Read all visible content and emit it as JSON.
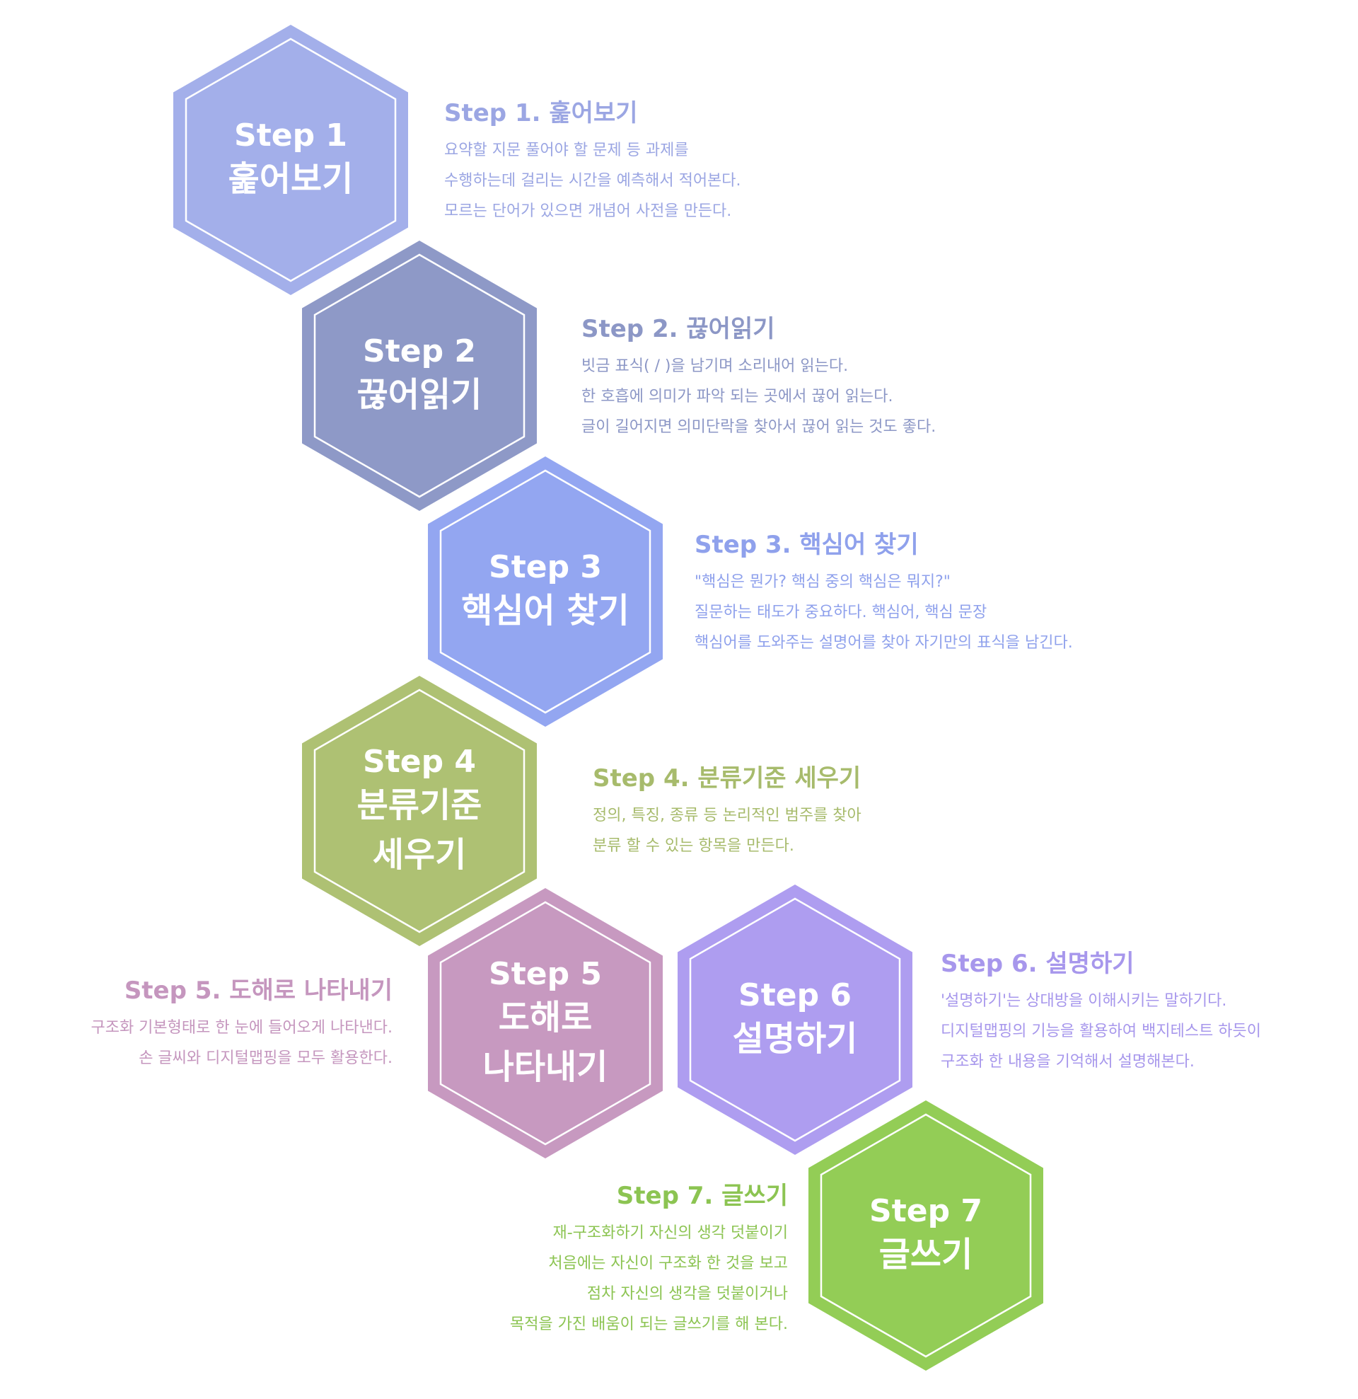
{
  "steps": [
    {
      "hex_step": "Step 1",
      "hex_name": [
        "훑어보기"
      ],
      "title": "Step 1. 훑어보기",
      "lines": [
        "요약할 지문 풀어야 할 문제 등 과제를",
        "수행하는데 걸리는 시간을 예측해서 적어본다.",
        "모르는 단어가 있으면 개념어 사전을 만든다."
      ],
      "fill": "#A3AFEA",
      "text_color": "#9BA6E3"
    },
    {
      "hex_step": "Step 2",
      "hex_name": [
        "끊어읽기"
      ],
      "title": "Step 2. 끊어읽기",
      "lines": [
        "빗금 표식( / )을 남기며 소리내어 읽는다.",
        "한 호흡에 의미가 파악 되는 곳에서 끊어 읽는다.",
        "글이 길어지면 의미단락을 찾아서 끊어 읽는 것도 좋다."
      ],
      "fill": "#8E99C7",
      "text_color": "#8C97C6"
    },
    {
      "hex_step": "Step 3",
      "hex_name": [
        "핵심어 찾기"
      ],
      "title": "Step 3. 핵심어 찾기",
      "lines": [
        "\"핵심은 뭔가? 핵심 중의 핵심은 뭐지?\"",
        "질문하는 태도가 중요하다. 핵심어, 핵심 문장",
        "핵심어를 도와주는 설명어를 찾아 자기만의 표식을 남긴다."
      ],
      "fill": "#93A6F1",
      "text_color": "#8FA1EC"
    },
    {
      "hex_step": "Step 4",
      "hex_name": [
        "분류기준",
        "세우기"
      ],
      "title": "Step 4. 분류기준 세우기",
      "lines": [
        "정의, 특징, 종류 등 논리적인 범주를 찾아",
        "분류 할 수 있는 항목을 만든다."
      ],
      "fill": "#AEC173",
      "text_color": "#A7BB6C"
    },
    {
      "hex_step": "Step 5",
      "hex_name": [
        "도해로",
        "나타내기"
      ],
      "title": "Step 5. 도해로 나타내기",
      "lines": [
        "구조화 기본형태로 한 눈에 들어오게 나타낸다.",
        "손 글씨와 디지털맵핑을 모두 활용한다."
      ],
      "fill": "#C799C0",
      "text_color": "#C596BE"
    },
    {
      "hex_step": "Step 6",
      "hex_name": [
        "설명하기"
      ],
      "title": "Step 6. 설명하기",
      "lines": [
        "'설명하기'는 상대방을 이해시키는 말하기다.",
        "디지털맵핑의 기능을 활용하여 백지테스트 하듯이",
        "구조화 한 내용을 기억해서 설명해본다."
      ],
      "fill": "#AE9DF0",
      "text_color": "#A797EC"
    },
    {
      "hex_step": "Step 7",
      "hex_name": [
        "글쓰기"
      ],
      "title": "Step 7. 글쓰기",
      "lines": [
        "재-구조화하기 자신의 생각 덧붙이기",
        "처음에는 자신이 구조화 한 것을 보고",
        "점차 자신의 생각을 덧붙이거나",
        "목적을 가진 배움이 되는 글쓰기를 해 본다."
      ],
      "fill": "#93CD56",
      "text_color": "#8CC452"
    }
  ]
}
